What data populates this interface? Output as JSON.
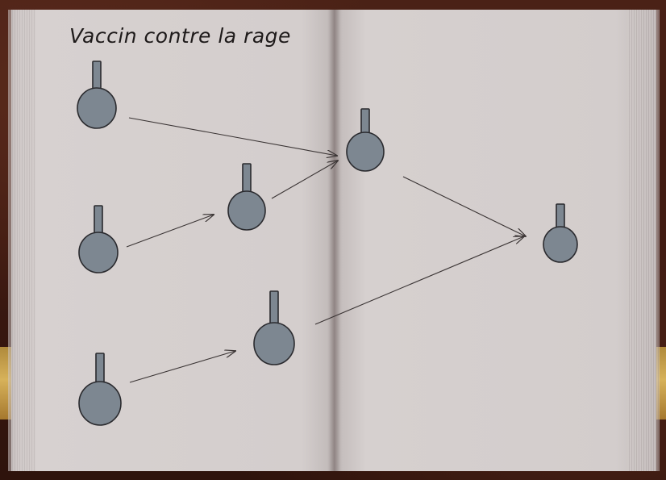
{
  "title": "Vaccin contre la rage",
  "colors": {
    "flask_fill": "#7d8791",
    "flask_stroke": "#2a2a2e",
    "arrow": "#3a3434",
    "ink": "#1e1a1a"
  },
  "flasks": [
    {
      "id": "flask-1"
    },
    {
      "id": "flask-2"
    },
    {
      "id": "flask-3"
    },
    {
      "id": "flask-4"
    },
    {
      "id": "flask-5"
    },
    {
      "id": "flask-6"
    },
    {
      "id": "flask-7"
    }
  ],
  "connections": [
    {
      "from": "flask-1",
      "to": "flask-5"
    },
    {
      "from": "flask-2",
      "to": "flask-3"
    },
    {
      "from": "flask-3",
      "to": "flask-5"
    },
    {
      "from": "flask-6",
      "to": "flask-4"
    },
    {
      "from": "flask-4",
      "to": "flask-7"
    },
    {
      "from": "flask-5",
      "to": "flask-7"
    }
  ]
}
